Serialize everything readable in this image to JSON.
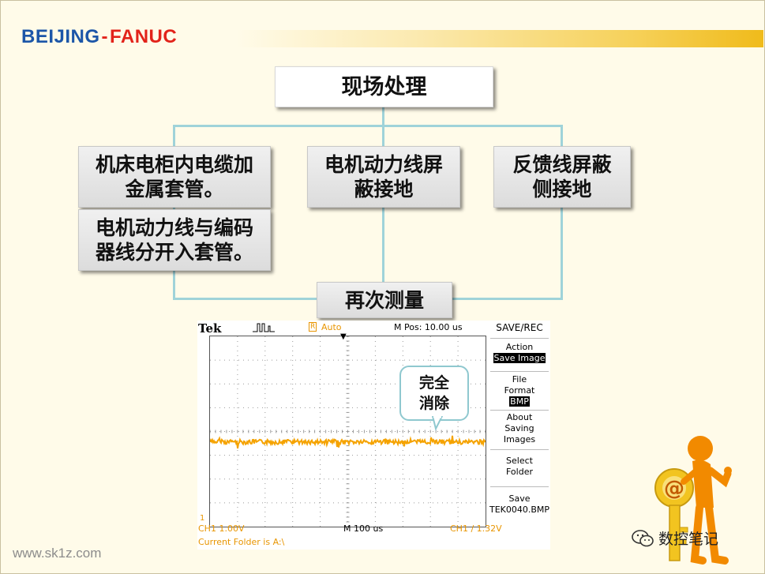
{
  "logo": {
    "part1": "BEIJING",
    "dash": "-",
    "part2": "FANUC"
  },
  "flow": {
    "top": "现场处理",
    "left_box_1_line1": "机床电柜内电缆加",
    "left_box_1_line2": "金属套管。",
    "left_box_2_line1": "电机动力线与编码",
    "left_box_2_line2": "器线分开入套管。",
    "mid_line1": "电机动力线屏",
    "mid_line2": "蔽接地",
    "right_line1": "反馈线屏蔽",
    "right_line2": "侧接地",
    "bottom": "再次测量"
  },
  "scope": {
    "brand": "Tek",
    "trigger_state_icon": "R",
    "trigger_mode": "Auto",
    "m_pos": "M Pos: 10.00 us",
    "menu_title": "SAVE/REC",
    "action_label": "Action",
    "action_value": "Save Image",
    "file_format_line1": "File",
    "file_format_line2": "Format",
    "file_format_value": "BMP",
    "about_line1": "About",
    "about_line2": "Saving",
    "about_line3": "Images",
    "select_line1": "Select",
    "select_line2": "Folder",
    "save_line1": "Save",
    "save_line2": "TEK0040.BMP",
    "ch1_scale": "CH1  1.00V",
    "timebase": "M 100 us",
    "trigger_readout": "CH1  ∕  1.32V",
    "folder": "Current Folder is A:\\",
    "ch_marker": "1",
    "colors": {
      "trace": "#f5a300",
      "grid": "#9a9a9a"
    }
  },
  "bubble": {
    "line1": "完全",
    "line2": "消除"
  },
  "footer": {
    "url": "www.sk1z.com",
    "watermark": "数控笔记"
  }
}
